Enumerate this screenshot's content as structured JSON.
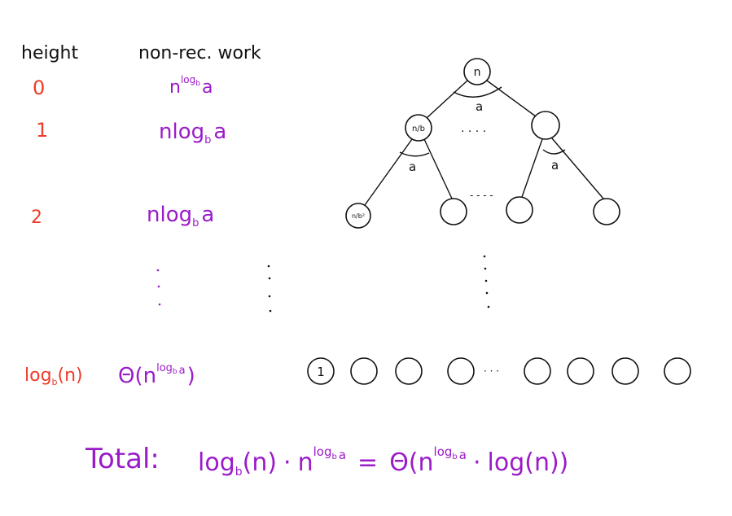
{
  "headers": {
    "height": "height",
    "work": "non-rec. work"
  },
  "levels": [
    {
      "height": "0",
      "work": {
        "base": "n",
        "sup_log": "log",
        "sup_sub": "b",
        "sup_tail": "a"
      }
    },
    {
      "height": "1",
      "work": {
        "base": "n",
        "log": "log",
        "sub": "b",
        "tail": "a"
      }
    },
    {
      "height": "2",
      "work": {
        "base": "n",
        "log": "log",
        "sub": "b",
        "tail": "a"
      }
    }
  ],
  "last_level": {
    "height": {
      "log": "log",
      "sub": "b",
      "tail": "(n)"
    },
    "work": {
      "theta": "Θ(",
      "base": "n",
      "sup_log": "log",
      "sup_sub": "b",
      "sup_tail": "a",
      "close": ")"
    }
  },
  "tree": {
    "root": "n",
    "child": "n/b",
    "grandchild": "n/b²",
    "branch_label": "a",
    "leaf": "1",
    "ellipsis_h": "· · · ·",
    "ellipsis_dash": "- - - -",
    "ellipsis_leaf": "· · ·"
  },
  "total": {
    "label": "Total:",
    "log": "log",
    "sub": "b",
    "arg": "(n)",
    "dot": "·",
    "base": "n",
    "sup_log": "log",
    "sup_sub": "b",
    "sup_tail": "a",
    "eq": "=",
    "theta": "Θ(",
    "theta_base": "n",
    "theta_sup_log": "log",
    "theta_sup_sub": "b",
    "theta_sup_tail": "a",
    "theta_dot": "·",
    "theta_log": "log",
    "theta_arg": "(n)",
    "close": ")"
  },
  "colors": {
    "height": "#ee3b2a",
    "work": "#9b1bc9",
    "ink": "#111111"
  }
}
